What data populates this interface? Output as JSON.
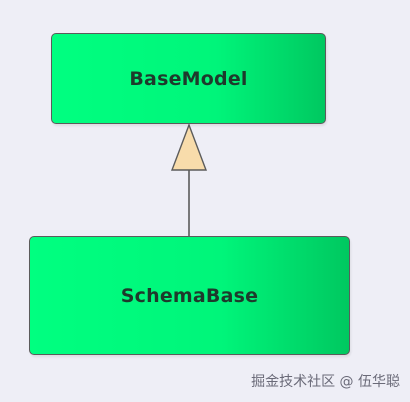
{
  "diagram": {
    "parent_class": {
      "name": "BaseModel"
    },
    "child_class": {
      "name": "SchemaBase"
    },
    "relationship": "inheritance",
    "colors": {
      "background": "#eeeef6",
      "box_fill": "#00ff80",
      "box_border": "#5b5b5b",
      "arrow_fill": "#f8dcab",
      "line": "#5b5b5b"
    }
  },
  "watermark": {
    "text": "掘金技术社区 @ 伍华聪"
  }
}
